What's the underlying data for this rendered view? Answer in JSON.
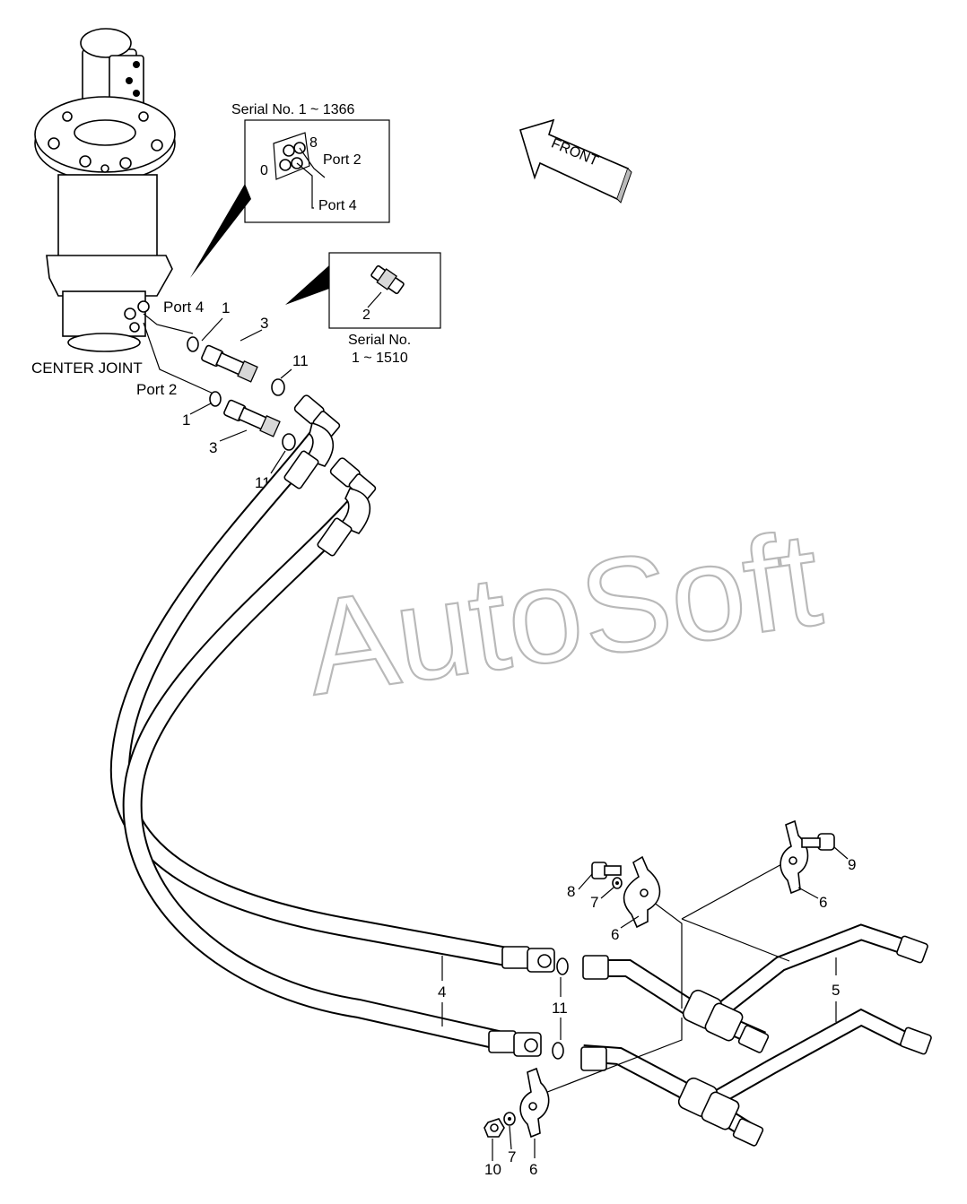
{
  "watermark": "AutoSoft",
  "center_joint": {
    "label": "CENTER JOINT",
    "port4_label": "Port 4",
    "port2_label": "Port 2"
  },
  "inset_serial_a": {
    "title": "Serial No. 1 ~ 1366",
    "num_8": "8",
    "num_0": "0",
    "port2": "Port 2",
    "port4": "Port 4"
  },
  "inset_serial_b": {
    "part": "2",
    "line1": "Serial No.",
    "line2": "1 ~ 1510"
  },
  "front_arrow": {
    "label": "FRONT"
  },
  "callouts": {
    "c1_top": "1",
    "c1_bottom": "1",
    "c3_top": "3",
    "c3_bottom": "3",
    "c11_top": "11",
    "c11_left": "11",
    "c11_mid": "11",
    "c4": "4",
    "c5": "5",
    "c6_left_top": "6",
    "c6_right_top": "6",
    "c6_bottom": "6",
    "c7_top": "7",
    "c7_bottom": "7",
    "c8": "8",
    "c9": "9",
    "c10": "10"
  }
}
